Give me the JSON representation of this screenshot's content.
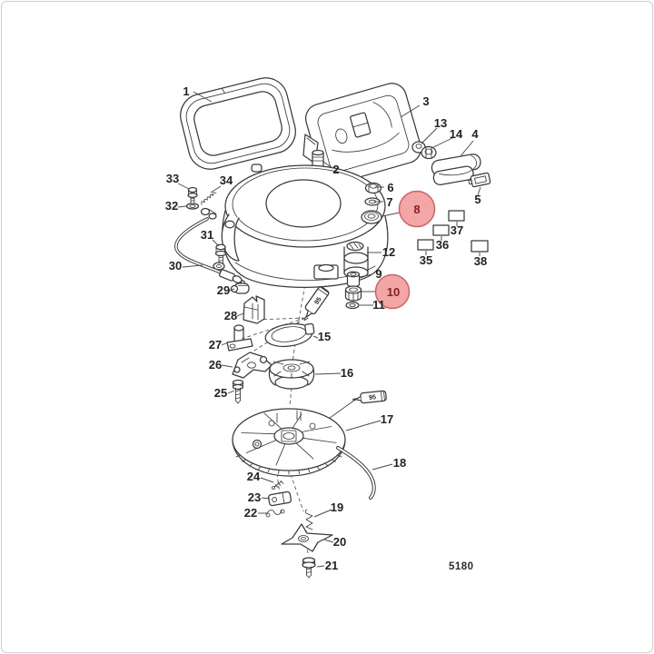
{
  "figure_number": "5180",
  "colors": {
    "line": "#3a3a3a",
    "label_text": "#232323",
    "highlight_fill": "#f2a6a6",
    "highlight_stroke": "#d96060",
    "highlight_text": "#881e1e",
    "background": "#ffffff",
    "border": "#cfcfcf"
  },
  "tubes": [
    {
      "label": "95"
    },
    {
      "label": "95"
    }
  ],
  "highlighted_callouts": [
    "8",
    "10"
  ],
  "empty_box_callouts": [
    "35",
    "36",
    "37",
    "38"
  ],
  "callouts": {
    "c1": {
      "label": "1"
    },
    "c2": {
      "label": "2"
    },
    "c3": {
      "label": "3"
    },
    "c4": {
      "label": "4"
    },
    "c5": {
      "label": "5"
    },
    "c6": {
      "label": "6"
    },
    "c7": {
      "label": "7"
    },
    "c8": {
      "label": "8"
    },
    "c9": {
      "label": "9"
    },
    "c10": {
      "label": "10"
    },
    "c11": {
      "label": "11"
    },
    "c12": {
      "label": "12"
    },
    "c13": {
      "label": "13"
    },
    "c14": {
      "label": "14"
    },
    "c15": {
      "label": "15"
    },
    "c16": {
      "label": "16"
    },
    "c17": {
      "label": "17"
    },
    "c18": {
      "label": "18"
    },
    "c19": {
      "label": "19"
    },
    "c20": {
      "label": "20"
    },
    "c21": {
      "label": "21"
    },
    "c22": {
      "label": "22"
    },
    "c23": {
      "label": "23"
    },
    "c24": {
      "label": "24"
    },
    "c25": {
      "label": "25"
    },
    "c26": {
      "label": "26"
    },
    "c27": {
      "label": "27"
    },
    "c28": {
      "label": "28"
    },
    "c29": {
      "label": "29"
    },
    "c30": {
      "label": "30"
    },
    "c31": {
      "label": "31"
    },
    "c32": {
      "label": "32"
    },
    "c33": {
      "label": "33"
    },
    "c34": {
      "label": "34"
    },
    "c35": {
      "label": "35"
    },
    "c36": {
      "label": "36"
    },
    "c37": {
      "label": "37"
    },
    "c38": {
      "label": "38"
    }
  }
}
